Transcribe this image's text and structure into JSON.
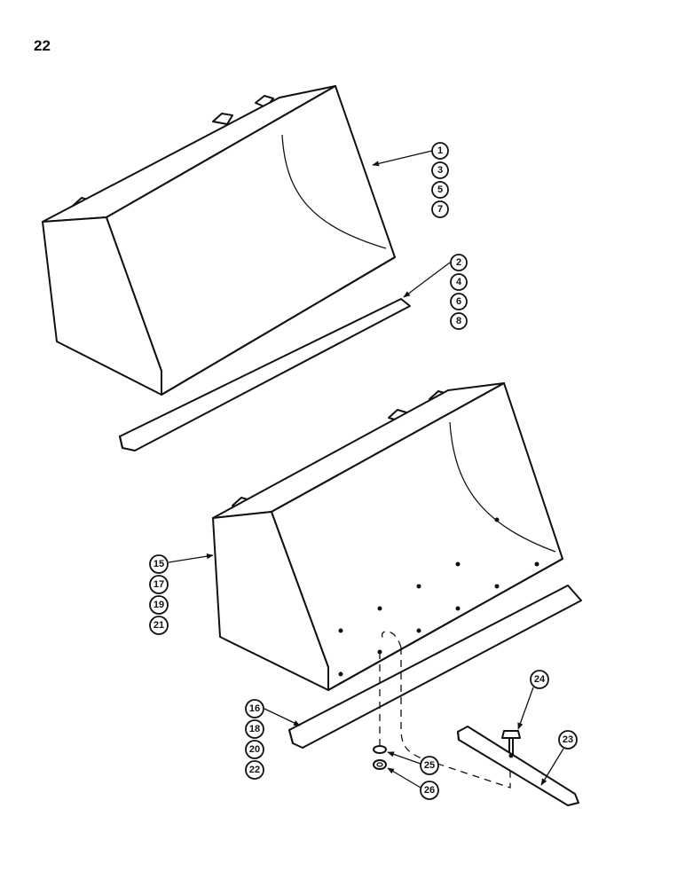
{
  "page_number": "22",
  "callouts": {
    "c1": "1",
    "c3": "3",
    "c5": "5",
    "c7": "7",
    "c2": "2",
    "c4": "4",
    "c6": "6",
    "c8": "8",
    "c15": "15",
    "c17": "17",
    "c19": "19",
    "c21": "21",
    "c16": "16",
    "c18": "18",
    "c20": "20",
    "c22": "22",
    "c23": "23",
    "c24": "24",
    "c25": "25",
    "c26": "26"
  }
}
